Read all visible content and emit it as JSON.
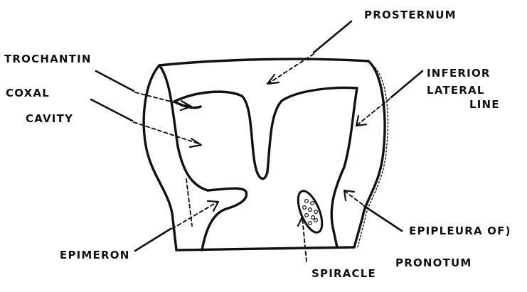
{
  "figure": {
    "labels": {
      "prosternum": "PROSTERNUM",
      "trochantin": "TROCHANTIN",
      "coxal_line1": "COXAL",
      "coxal_line2": "CAVITY",
      "inferior_line1": "INFERIOR",
      "inferior_line2": "LATERAL",
      "inferior_line3": "LINE",
      "epipleura_line1": "EPIPLEURA OF)",
      "epipleura_line2": "PRONOTUM",
      "epimeron": "EPIMERON",
      "spiracle": "SPIRACLE"
    },
    "colors": {
      "ink": "#111111",
      "paper": "#ffffff"
    }
  }
}
